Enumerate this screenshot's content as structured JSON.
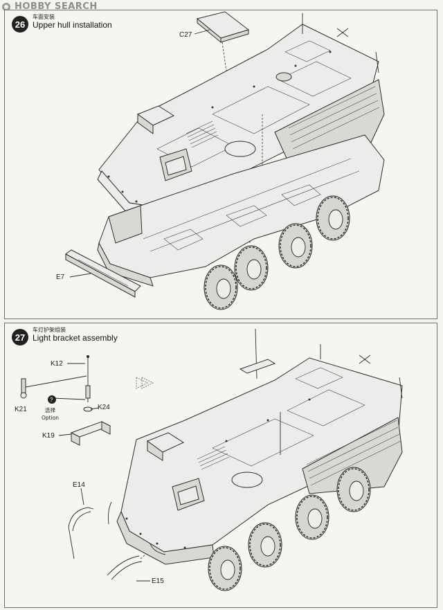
{
  "watermark": {
    "text": "HOBBY SEARCH"
  },
  "steps": [
    {
      "number": "26",
      "title_cn": "车面安装",
      "title_en": "Upper hull installation",
      "parts": [
        "C27",
        "E7"
      ]
    },
    {
      "number": "27",
      "title_cn": "车灯护架组装",
      "title_en": "Light bracket assembly",
      "parts": [
        "K12",
        "K21",
        "K24",
        "K19",
        "E14",
        "E15"
      ],
      "option": {
        "cn": "选择",
        "en": "Option"
      }
    }
  ],
  "colors": {
    "ink": "#1a1a1a",
    "paper": "#f4f3ee",
    "watermark": "#8d8d8d"
  }
}
